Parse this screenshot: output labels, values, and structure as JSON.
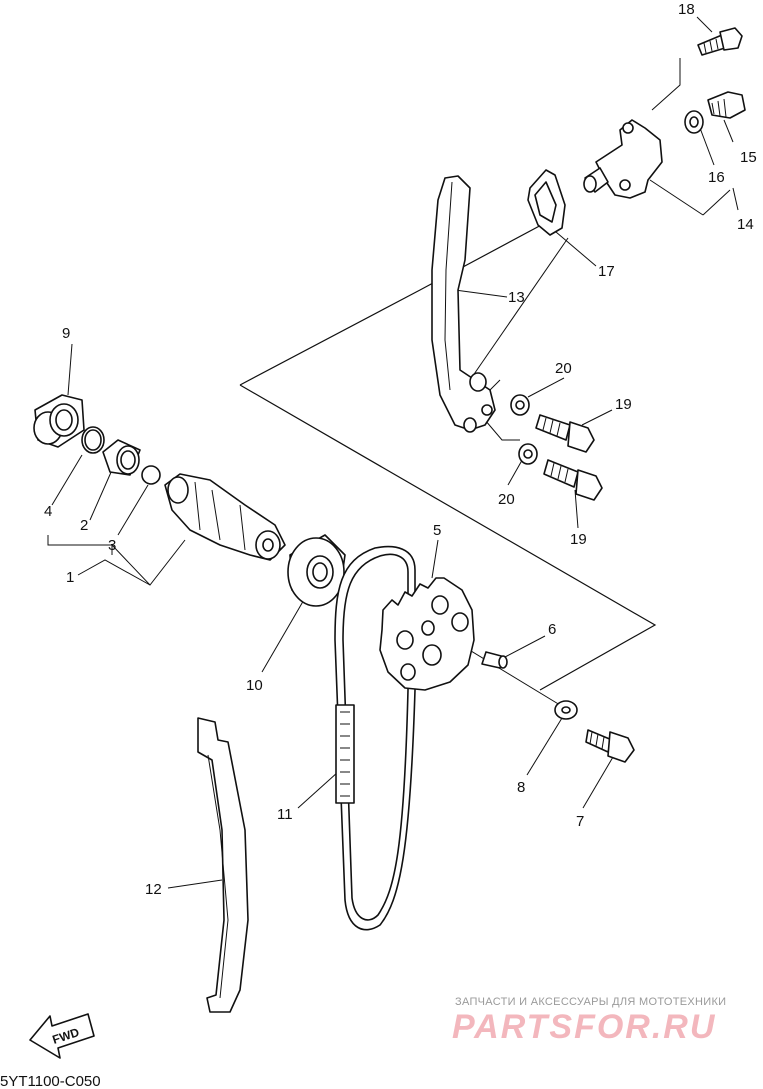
{
  "diagram": {
    "callouts": [
      "1",
      "2",
      "3",
      "4",
      "5",
      "6",
      "7",
      "8",
      "9",
      "10",
      "11",
      "12",
      "13",
      "14",
      "15",
      "16",
      "17",
      "18",
      "19",
      "19",
      "20",
      "20"
    ],
    "fwd_label": "FWD",
    "drawing_code": "5YT1100-C050",
    "watermark": {
      "tagline": "ЗАПЧАСТИ И АКСЕССУАРЫ ДЛЯ МОТОТЕХНИКИ",
      "brand": "PARTSFOR.RU"
    }
  }
}
